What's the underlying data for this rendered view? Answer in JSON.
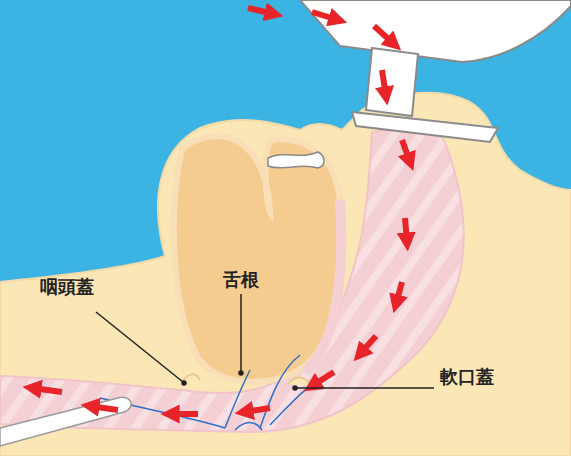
{
  "diagram": {
    "labels": [
      "舌根",
      "咽頭蓋",
      "軟口蓋"
    ]
  }
}
